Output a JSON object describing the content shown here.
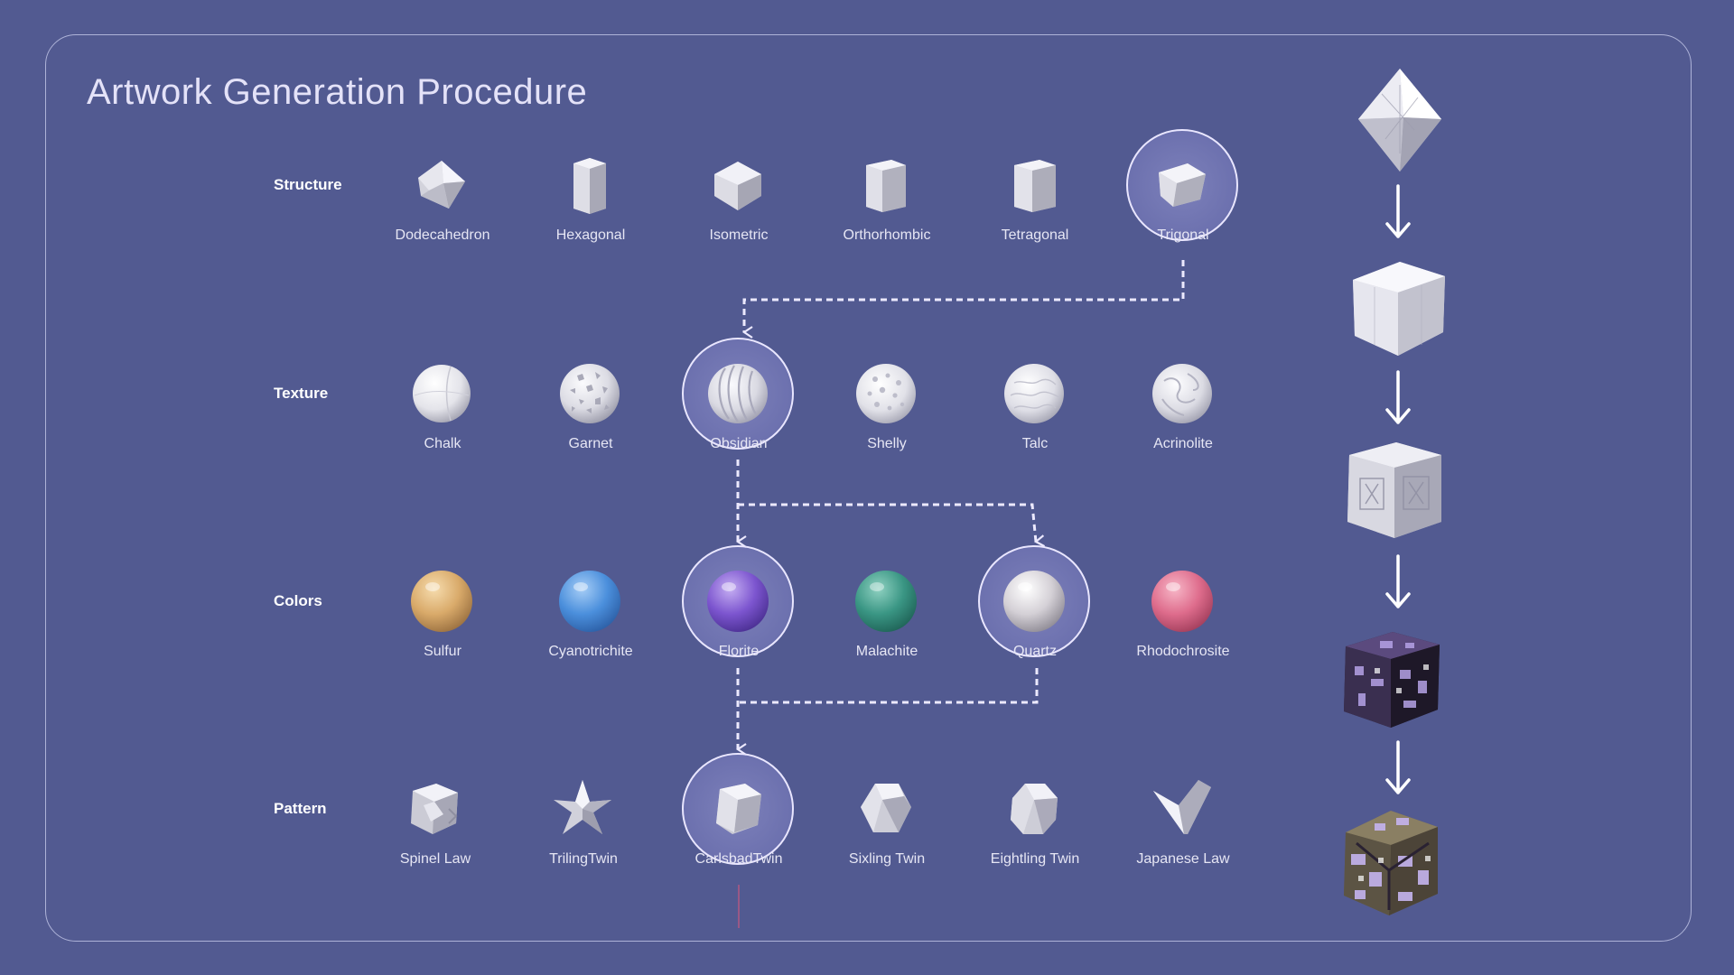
{
  "title": "Artwork Generation Procedure",
  "colors": {
    "background": "#525a91",
    "selection_ring": "#e9e6ff",
    "connector": "#ece9ff"
  },
  "rows": [
    {
      "label": "Structure",
      "items": [
        {
          "name": "Dodecahedron",
          "icon": "dodecahedron-icon",
          "selected": false
        },
        {
          "name": "Hexagonal",
          "icon": "hexagonal-prism-icon",
          "selected": false
        },
        {
          "name": "Isometric",
          "icon": "isometric-crystal-icon",
          "selected": false
        },
        {
          "name": "Orthorhombic",
          "icon": "orthorhombic-prism-icon",
          "selected": false
        },
        {
          "name": "Tetragonal",
          "icon": "tetragonal-prism-icon",
          "selected": false
        },
        {
          "name": "Trigonal",
          "icon": "trigonal-crystal-icon",
          "selected": true
        }
      ]
    },
    {
      "label": "Texture",
      "items": [
        {
          "name": "Chalk",
          "icon": "chalk-sphere-icon",
          "selected": false
        },
        {
          "name": "Garnet",
          "icon": "garnet-sphere-icon",
          "selected": false
        },
        {
          "name": "Obsidian",
          "icon": "obsidian-sphere-icon",
          "selected": true
        },
        {
          "name": "Shelly",
          "icon": "shelly-sphere-icon",
          "selected": false
        },
        {
          "name": "Talc",
          "icon": "talc-sphere-icon",
          "selected": false
        },
        {
          "name": "Acrinolite",
          "icon": "acrinolite-sphere-icon",
          "selected": false
        }
      ]
    },
    {
      "label": "Colors",
      "items": [
        {
          "name": "Sulfur",
          "icon": "sulfur-sphere-icon",
          "color": "#d9aa6a",
          "selected": false
        },
        {
          "name": "Cyanotrichite",
          "icon": "cyanotrichite-sphere-icon",
          "color": "#4b8fdc",
          "selected": false
        },
        {
          "name": "Florite",
          "icon": "florite-sphere-icon",
          "color": "#7c55cf",
          "selected": true
        },
        {
          "name": "Malachite",
          "icon": "malachite-sphere-icon",
          "color": "#3a9684",
          "selected": false
        },
        {
          "name": "Quartz",
          "icon": "quartz-sphere-icon",
          "color": "#d4d0d6",
          "selected": true
        },
        {
          "name": "Rhodochrosite",
          "icon": "rhodochrosite-sphere-icon",
          "color": "#de6c8c",
          "selected": false
        }
      ]
    },
    {
      "label": "Pattern",
      "items": [
        {
          "name": "Spinel Law",
          "icon": "spinel-law-twin-icon",
          "selected": false
        },
        {
          "name": "TrilingTwin",
          "icon": "triling-twin-icon",
          "selected": false
        },
        {
          "name": "CarlsbadTwin",
          "icon": "carlsbad-twin-icon",
          "selected": true
        },
        {
          "name": "Sixling Twin",
          "icon": "sixling-twin-icon",
          "selected": false
        },
        {
          "name": "Eightling Twin",
          "icon": "eightling-twin-icon",
          "selected": false
        },
        {
          "name": "Japanese Law",
          "icon": "japanese-law-twin-icon",
          "selected": false
        }
      ]
    }
  ],
  "pipeline": [
    {
      "stage": "structure",
      "icon": "octahedron-crystal-icon"
    },
    {
      "stage": "texture",
      "icon": "white-cube-icon"
    },
    {
      "stage": "colors",
      "icon": "textured-cube-icon"
    },
    {
      "stage": "pattern",
      "icon": "purple-pattern-cube-icon"
    },
    {
      "stage": "final",
      "icon": "final-artwork-cube-icon"
    }
  ]
}
